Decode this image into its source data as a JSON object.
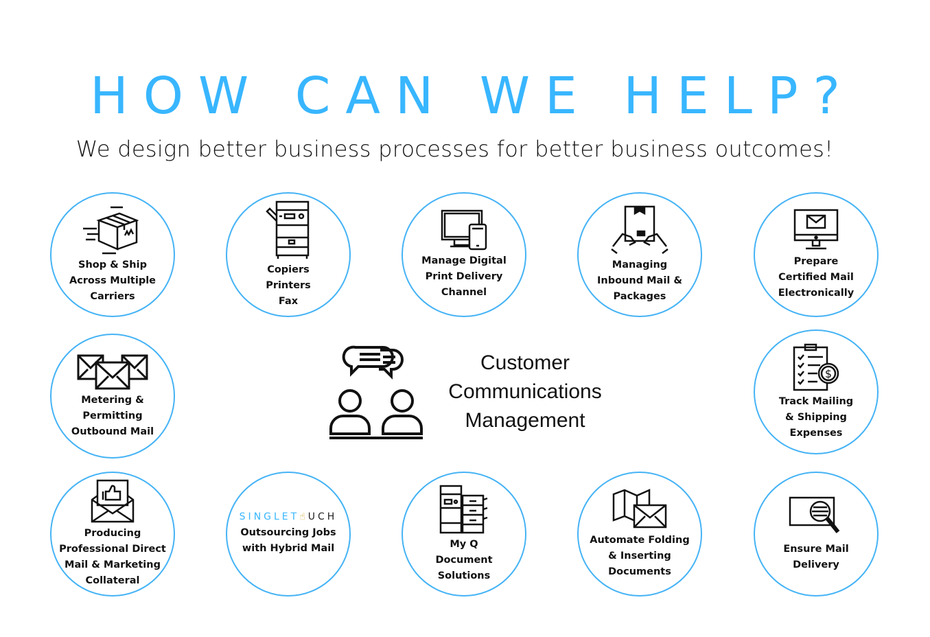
{
  "header": {
    "title": "HOW CAN WE HELP?",
    "subtitle": "We design better business processes for better business outcomes!"
  },
  "colors": {
    "accent": "#38b6ff",
    "circle_border": "#45b3f5",
    "text": "#111111"
  },
  "center": {
    "icon": "chat-people-icon",
    "lines": [
      "Customer",
      "Communications",
      "Management"
    ]
  },
  "services": [
    {
      "label": "Shop & Ship\nAcross Multiple\nCarriers",
      "icon": "shipping-box-icon"
    },
    {
      "label": "Copiers\nPrinters\nFax",
      "icon": "copier-icon"
    },
    {
      "label": "Manage Digital\nPrint Delivery\nChannel",
      "icon": "devices-icon"
    },
    {
      "label": "Managing\nInbound Mail &\nPackages",
      "icon": "hands-package-icon"
    },
    {
      "label": "Prepare\nCertified Mail\nElectronically",
      "icon": "monitor-mail-icon"
    },
    {
      "label": "Metering &\nPermitting\nOutbound Mail",
      "icon": "envelopes-icon"
    },
    {
      "label": "Track Mailing\n& Shipping\nExpenses",
      "icon": "checklist-dollar-icon"
    },
    {
      "label": "Producing\nProfessional Direct\nMail & Marketing\nCollateral",
      "icon": "thumbs-up-envelope-icon"
    },
    {
      "label": "Outsourcing Jobs\nwith Hybrid Mail",
      "icon": "singletouch-logo",
      "logo_text_a": "SINGLET",
      "logo_text_b": "UCH"
    },
    {
      "label": "My Q\nDocument\nSolutions",
      "icon": "document-machine-icon"
    },
    {
      "label": "Automate Folding\n& Inserting\nDocuments",
      "icon": "fold-insert-icon"
    },
    {
      "label": "Ensure Mail\nDelivery",
      "icon": "mail-search-icon"
    }
  ]
}
